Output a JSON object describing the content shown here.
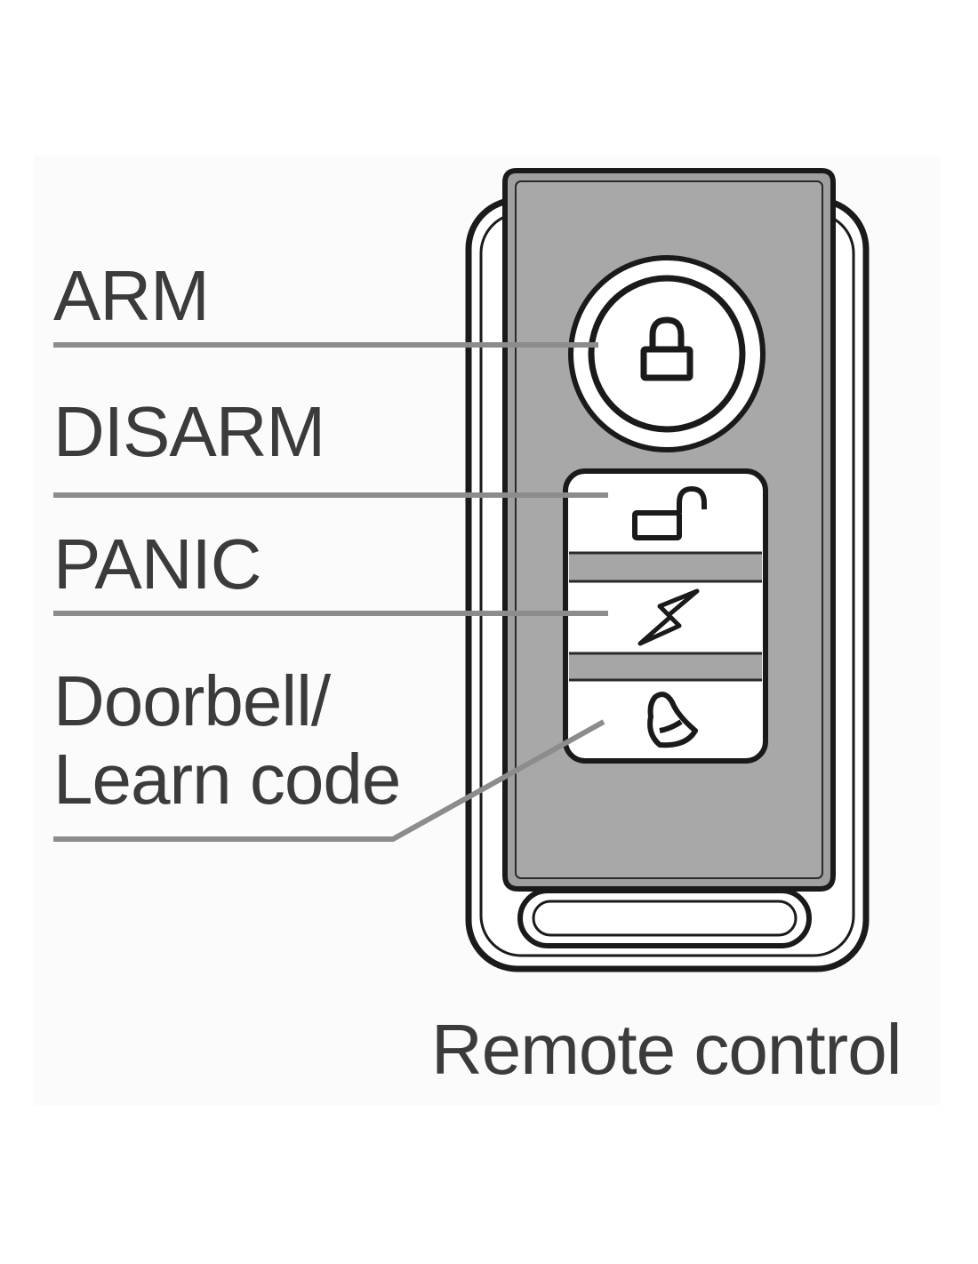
{
  "labels": {
    "arm": "ARM",
    "disarm": "DISARM",
    "panic": "PANIC",
    "doorbell_line1": "Doorbell/",
    "doorbell_line2": "Learn code"
  },
  "caption": "Remote control",
  "icons": {
    "arm_button": "lock-icon",
    "disarm_button": "unlock-icon",
    "panic_button": "lightning-icon",
    "doorbell_button": "bell-icon"
  },
  "colors": {
    "body_fill": "#a6a6a6",
    "outline": "#1a1a1a",
    "leader_line": "#8c8c8c",
    "text": "#3b3b3b",
    "background": "#fbfbfb"
  }
}
